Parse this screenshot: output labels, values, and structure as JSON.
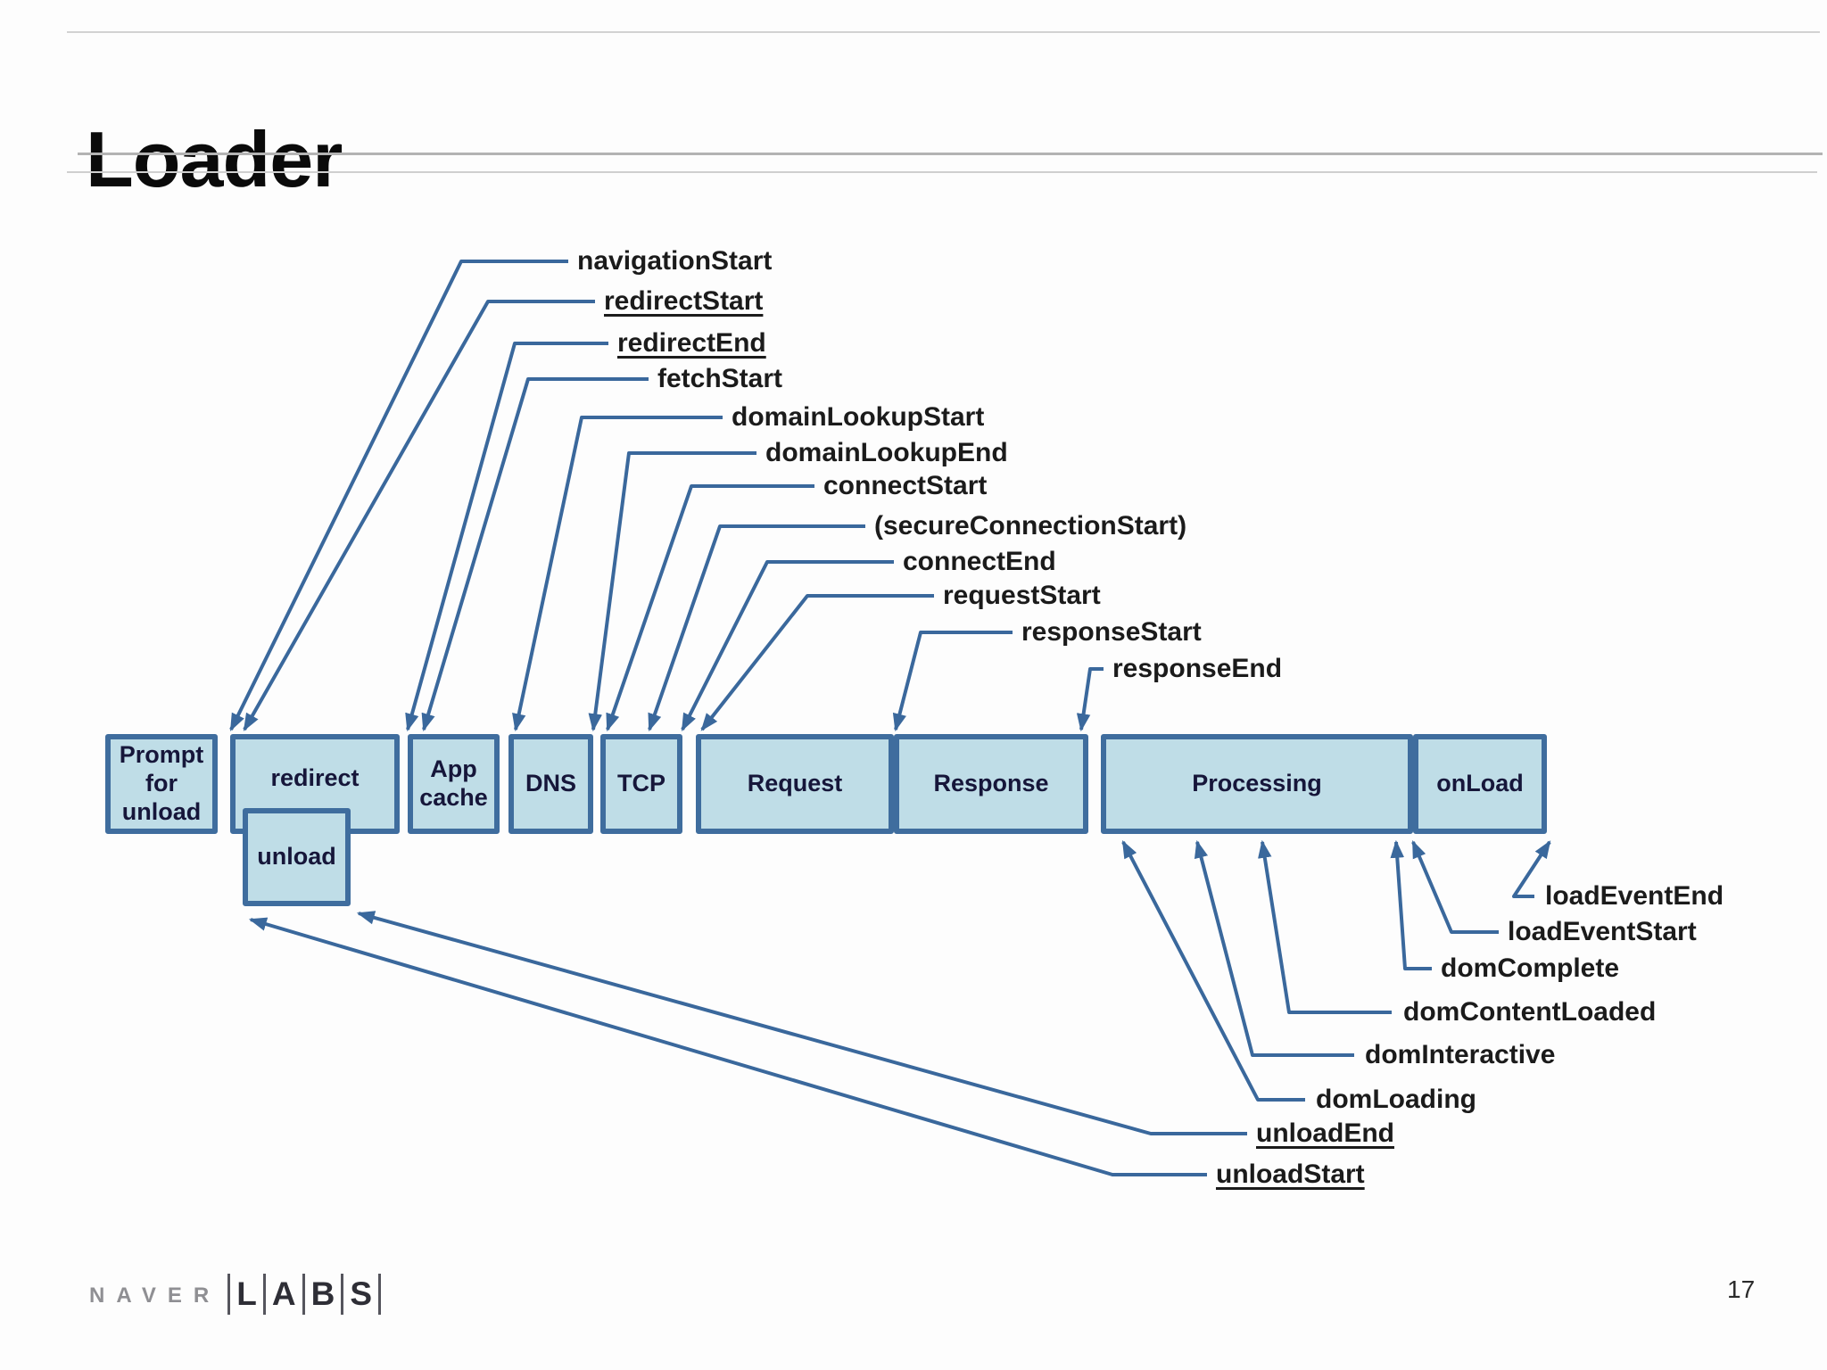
{
  "slide": {
    "title": "Loader",
    "page_number": "17",
    "brand": {
      "name": "NAVER",
      "labs_letters": [
        "L",
        "A",
        "B",
        "S"
      ]
    }
  },
  "diagram": {
    "boxes": [
      {
        "id": "prompt-for-unload",
        "label": "Prompt for unload"
      },
      {
        "id": "redirect",
        "label": "redirect"
      },
      {
        "id": "unload",
        "label": "unload"
      },
      {
        "id": "app-cache",
        "label": "App cache"
      },
      {
        "id": "dns",
        "label": "DNS"
      },
      {
        "id": "tcp",
        "label": "TCP"
      },
      {
        "id": "request",
        "label": "Request"
      },
      {
        "id": "response",
        "label": "Response"
      },
      {
        "id": "processing",
        "label": "Processing"
      },
      {
        "id": "onload",
        "label": "onLoad"
      }
    ],
    "events": [
      {
        "text": "navigationStart",
        "underline": false
      },
      {
        "text": "redirectStart",
        "underline": true
      },
      {
        "text": "redirectEnd",
        "underline": true
      },
      {
        "text": "fetchStart",
        "underline": false
      },
      {
        "text": "domainLookupStart",
        "underline": false
      },
      {
        "text": "domainLookupEnd",
        "underline": false
      },
      {
        "text": "connectStart",
        "underline": false
      },
      {
        "text": "(secureConnectionStart)",
        "underline": false
      },
      {
        "text": "connectEnd",
        "underline": false
      },
      {
        "text": "requestStart",
        "underline": false
      },
      {
        "text": "responseStart",
        "underline": false
      },
      {
        "text": "responseEnd",
        "underline": false
      },
      {
        "text": "loadEventEnd",
        "underline": false
      },
      {
        "text": "loadEventStart",
        "underline": false
      },
      {
        "text": "domComplete",
        "underline": false
      },
      {
        "text": "domContentLoaded",
        "underline": false
      },
      {
        "text": "domInteractive",
        "underline": false
      },
      {
        "text": "domLoading",
        "underline": false
      },
      {
        "text": "unloadEnd",
        "underline": true
      },
      {
        "text": "unloadStart",
        "underline": true
      }
    ]
  },
  "colors": {
    "box_fill": "#bfdde7",
    "box_border": "#3f6d9e",
    "arrow": "#3a689c"
  }
}
